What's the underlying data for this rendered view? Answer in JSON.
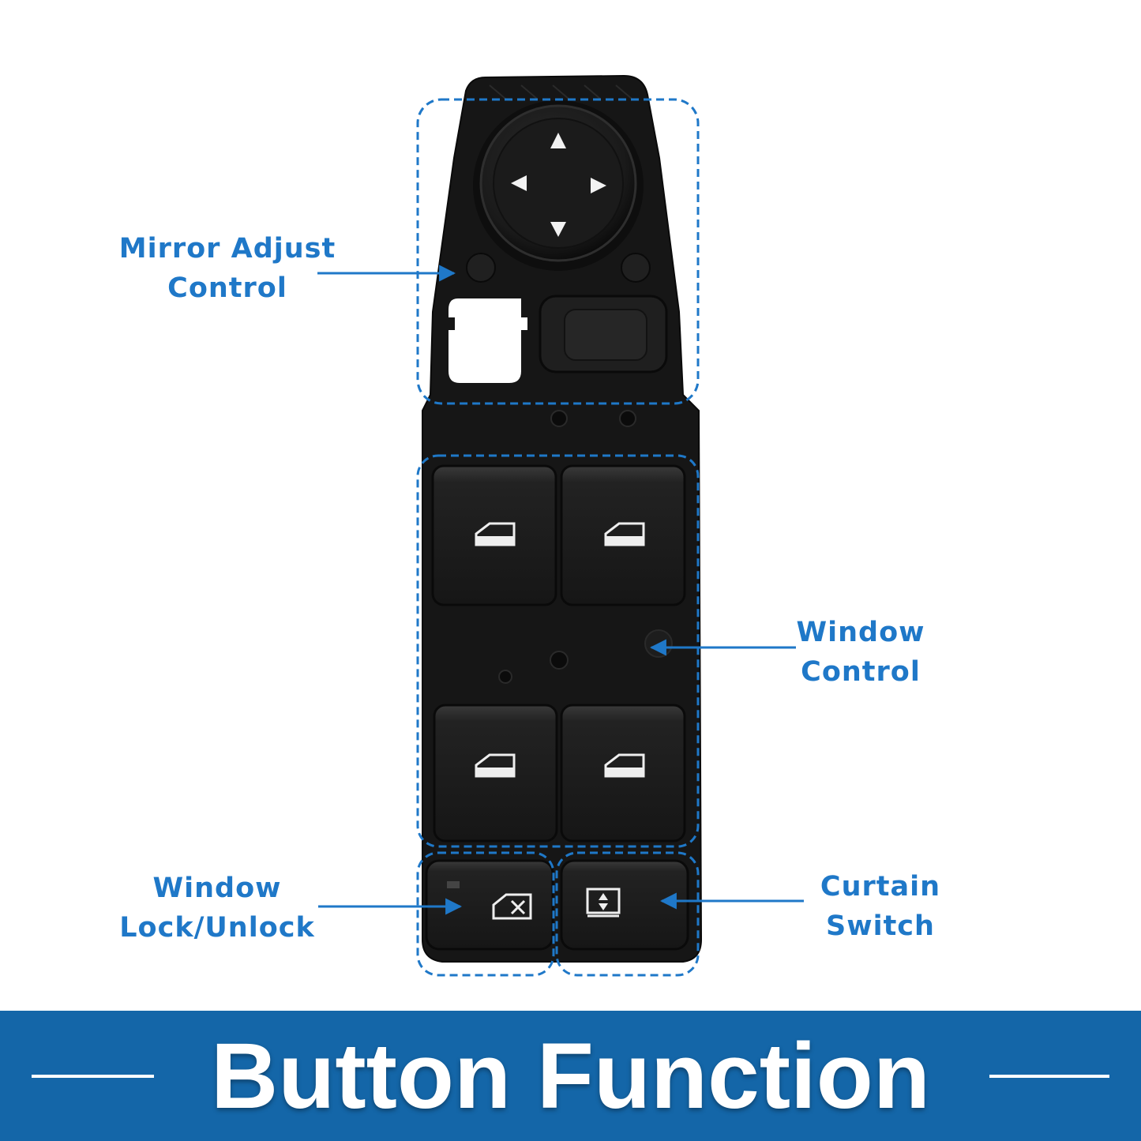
{
  "callouts": {
    "mirror": {
      "line1": "Mirror Adjust",
      "line2": "Control"
    },
    "window_control": {
      "line1": "Window",
      "line2": "Control"
    },
    "window_lock": {
      "line1": "Window",
      "line2": "Lock/Unlock"
    },
    "curtain": {
      "line1": "Curtain",
      "line2": "Switch"
    }
  },
  "banner": {
    "title": "Button Function"
  },
  "colors": {
    "accent": "#1f78c8",
    "banner": "#1466a8",
    "switch_body": "#141414",
    "button": "#1c1c1c"
  }
}
